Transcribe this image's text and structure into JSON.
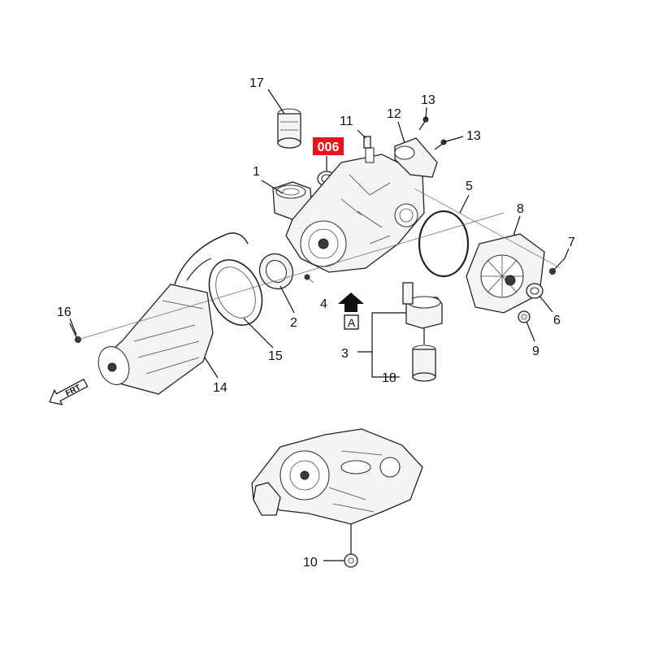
{
  "callouts": {
    "c1": "1",
    "c2": "2",
    "c3": "3",
    "c4": "4",
    "c5": "5",
    "c6": "6",
    "c7": "7",
    "c8": "8",
    "c9": "9",
    "c10": "10",
    "c11": "11",
    "c12": "12",
    "c13a": "13",
    "c13b": "13",
    "c14": "14",
    "c15": "15",
    "c16": "16",
    "c17": "17",
    "c18": "18"
  },
  "highlight": {
    "label": "006",
    "color": "#e8141c"
  },
  "view_marker": {
    "label": "A"
  },
  "orientation": {
    "label": "FRT"
  }
}
